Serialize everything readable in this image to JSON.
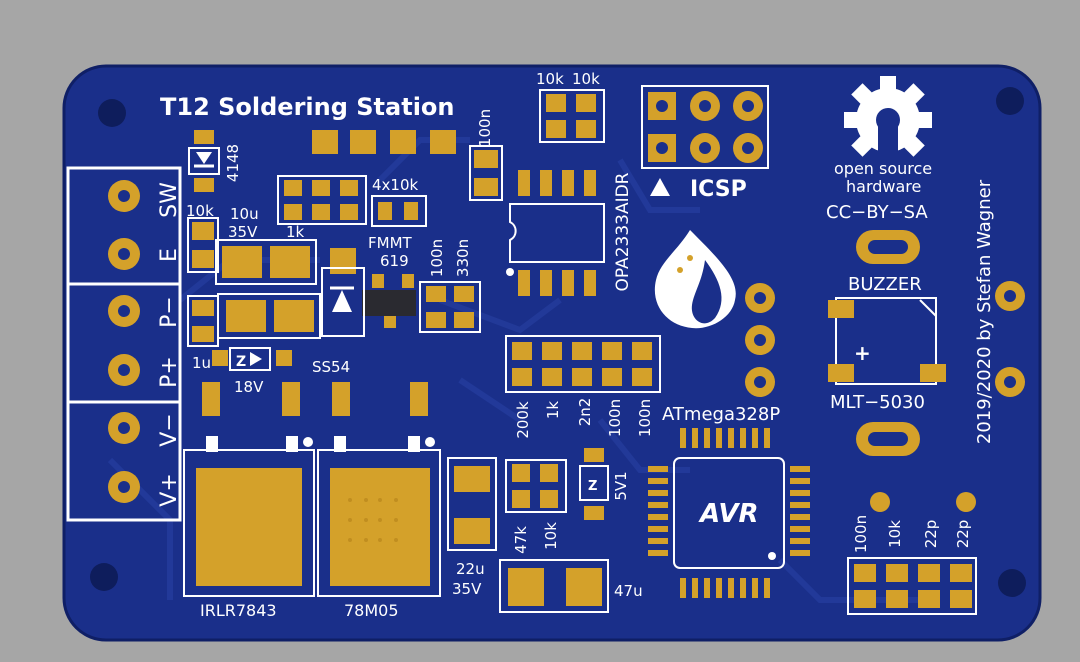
{
  "board": {
    "title": "T12 Soldering Station",
    "colors": {
      "background": "#a6a6a6",
      "substrate": "#1a2f8a",
      "copper": "#d4a12a",
      "silk": "#ffffff"
    }
  },
  "connector": {
    "labels": [
      "SW",
      "E",
      "P−",
      "P+",
      "V−",
      "V+"
    ]
  },
  "silkscreen": {
    "d_4148": "4148",
    "r_10k_left": "10k",
    "c_10u": "10u",
    "c_35v": "35V",
    "r_1k": "1k",
    "r_4x10k": "4x10k",
    "fmmt": "FMMT",
    "fmmt_num": "619",
    "c_100n_top": "100n",
    "c_100n_mid": "100n",
    "c_330n": "330n",
    "r_10k_a": "10k",
    "r_10k_b": "10k",
    "opa": "OPA2333AIDR",
    "icsp": "ICSP",
    "c_1u": "1u",
    "z_18v": "18V",
    "ss54": "SS54",
    "r_200k": "200k",
    "r_1k_b": "1k",
    "c_2n2": "2n2",
    "c_100n_a": "100n",
    "c_100n_b": "100n",
    "atmega": "ATmega328P",
    "r_47k": "47k",
    "r_10k_c": "10k",
    "z_5v1": "5V1",
    "c_22u": "22u",
    "c_35v_b": "35V",
    "c_47u": "47u",
    "irlr": "IRLR7843",
    "reg": "78M05",
    "avr": "AVR",
    "osh1": "open source",
    "osh2": "hardware",
    "license": "CC−BY−SA",
    "buzzer": "BUZZER",
    "mlt": "MLT−5030",
    "credit": "2019/2020 by Stefan Wagner",
    "c_100n_r": "100n",
    "r_10k_r": "10k",
    "c_22p_a": "22p",
    "c_22p_b": "22p",
    "plus": "+"
  }
}
